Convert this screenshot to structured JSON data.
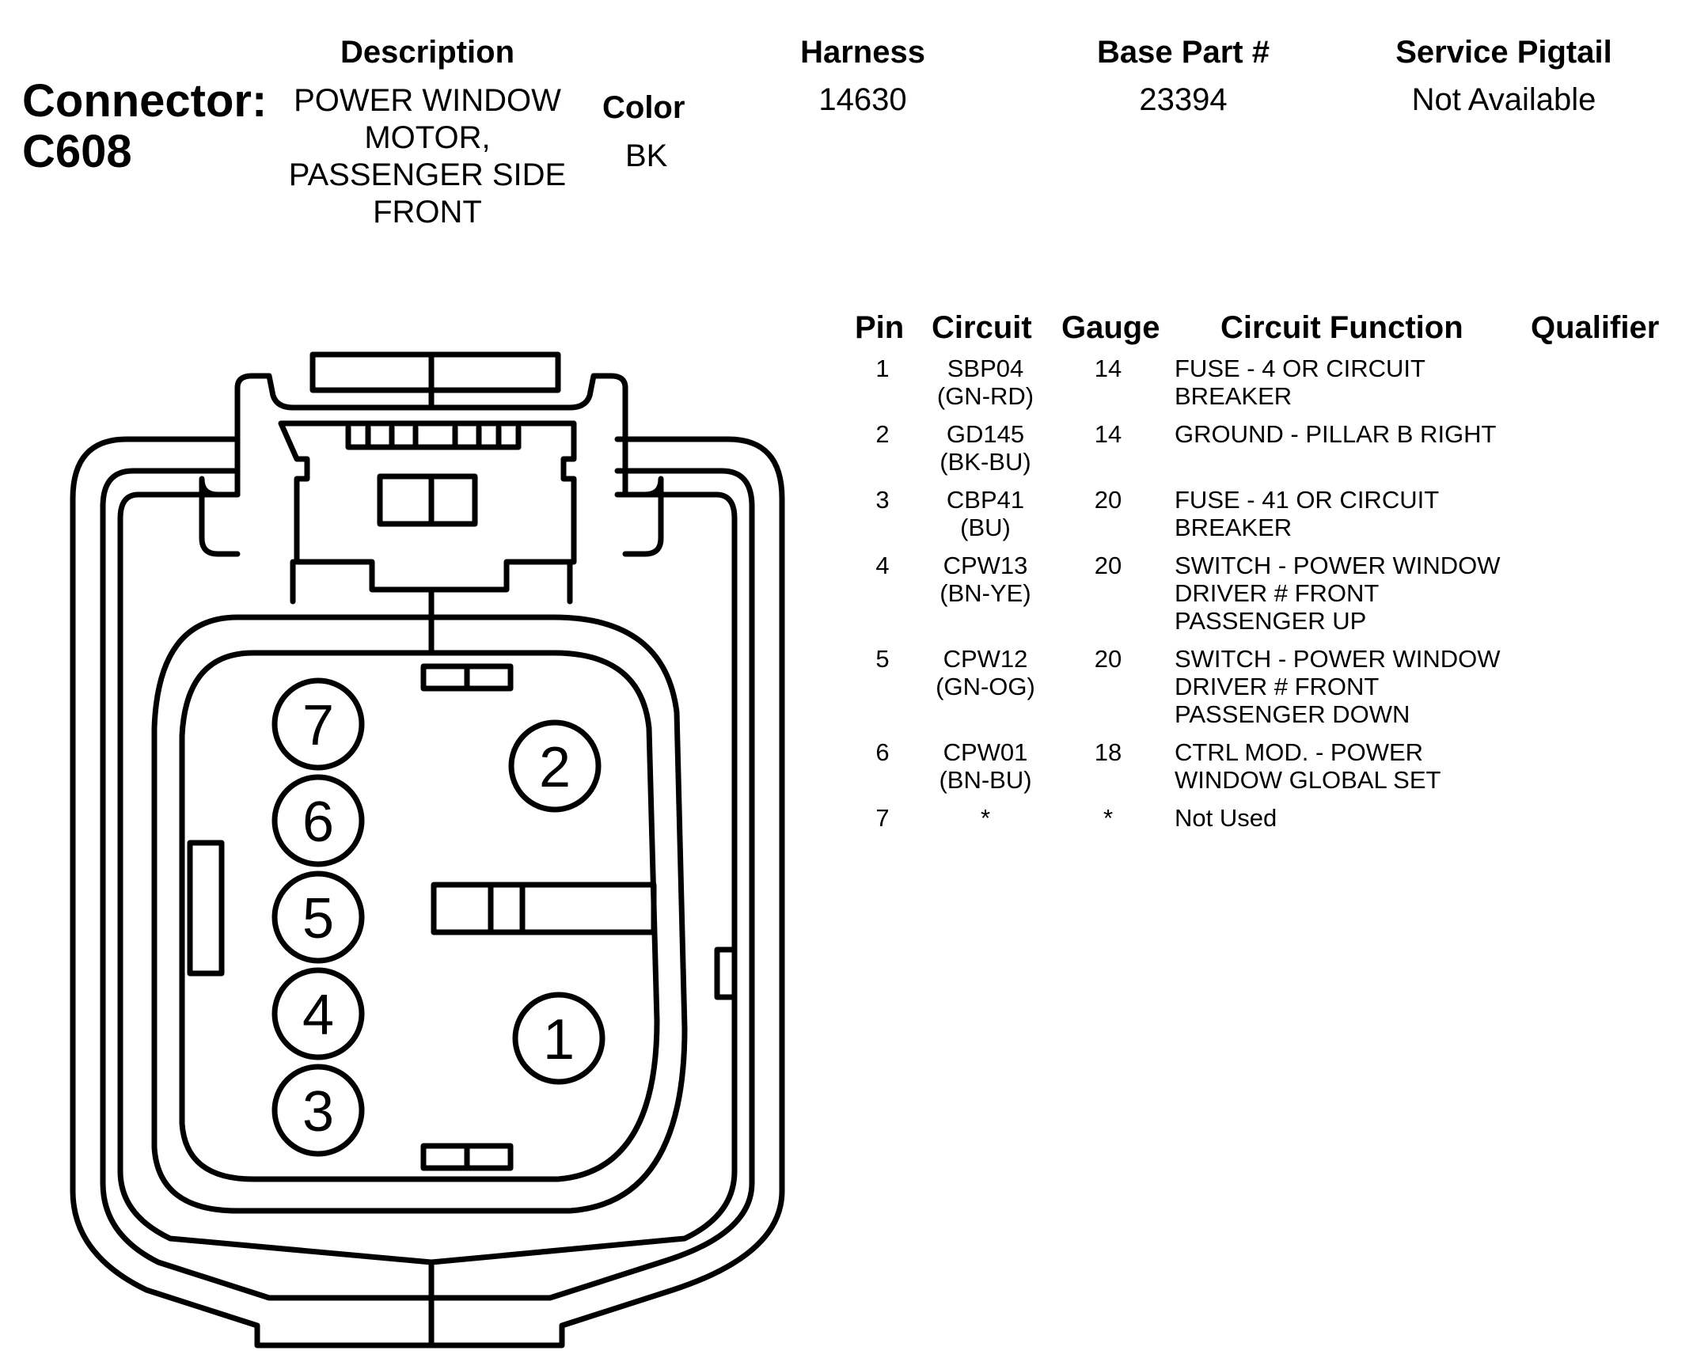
{
  "connector": {
    "label": "Connector:",
    "id": "C608"
  },
  "headers": {
    "description": "Description",
    "harness": "Harness",
    "base_part": "Base Part #",
    "service_pigtail": "Service Pigtail",
    "color": "Color"
  },
  "values": {
    "description_lines": [
      "POWER WINDOW",
      "MOTOR,",
      "PASSENGER SIDE",
      "FRONT"
    ],
    "harness": "14630",
    "base_part": "23394",
    "service_pigtail": "Not Available",
    "color": "BK"
  },
  "table": {
    "columns": [
      "Pin",
      "Circuit",
      "Gauge",
      "Circuit Function",
      "Qualifier"
    ],
    "rows": [
      {
        "pin": "1",
        "circuit": [
          "SBP04",
          "(GN-RD)"
        ],
        "gauge": "14",
        "function": [
          "FUSE - 4 OR CIRCUIT",
          "BREAKER"
        ],
        "qualifier": ""
      },
      {
        "pin": "2",
        "circuit": [
          "GD145",
          "(BK-BU)"
        ],
        "gauge": "14",
        "function": [
          "GROUND - PILLAR B RIGHT"
        ],
        "qualifier": ""
      },
      {
        "pin": "3",
        "circuit": [
          "CBP41",
          "(BU)"
        ],
        "gauge": "20",
        "function": [
          "FUSE - 41 OR CIRCUIT",
          "BREAKER"
        ],
        "qualifier": ""
      },
      {
        "pin": "4",
        "circuit": [
          "CPW13",
          "(BN-YE)"
        ],
        "gauge": "20",
        "function": [
          "SWITCH - POWER WINDOW",
          "DRIVER # FRONT",
          "PASSENGER UP"
        ],
        "qualifier": ""
      },
      {
        "pin": "5",
        "circuit": [
          "CPW12",
          "(GN-OG)"
        ],
        "gauge": "20",
        "function": [
          "SWITCH - POWER WINDOW",
          "DRIVER # FRONT",
          "PASSENGER DOWN"
        ],
        "qualifier": ""
      },
      {
        "pin": "6",
        "circuit": [
          "CPW01",
          "(BN-BU)"
        ],
        "gauge": "18",
        "function": [
          "CTRL MOD. - POWER",
          "WINDOW GLOBAL SET"
        ],
        "qualifier": ""
      },
      {
        "pin": "7",
        "circuit": [
          "*"
        ],
        "gauge": "*",
        "function": [
          "Not Used"
        ],
        "qualifier": ""
      }
    ]
  },
  "diagram": {
    "pins": [
      "7",
      "6",
      "5",
      "4",
      "3",
      "2",
      "1"
    ]
  }
}
